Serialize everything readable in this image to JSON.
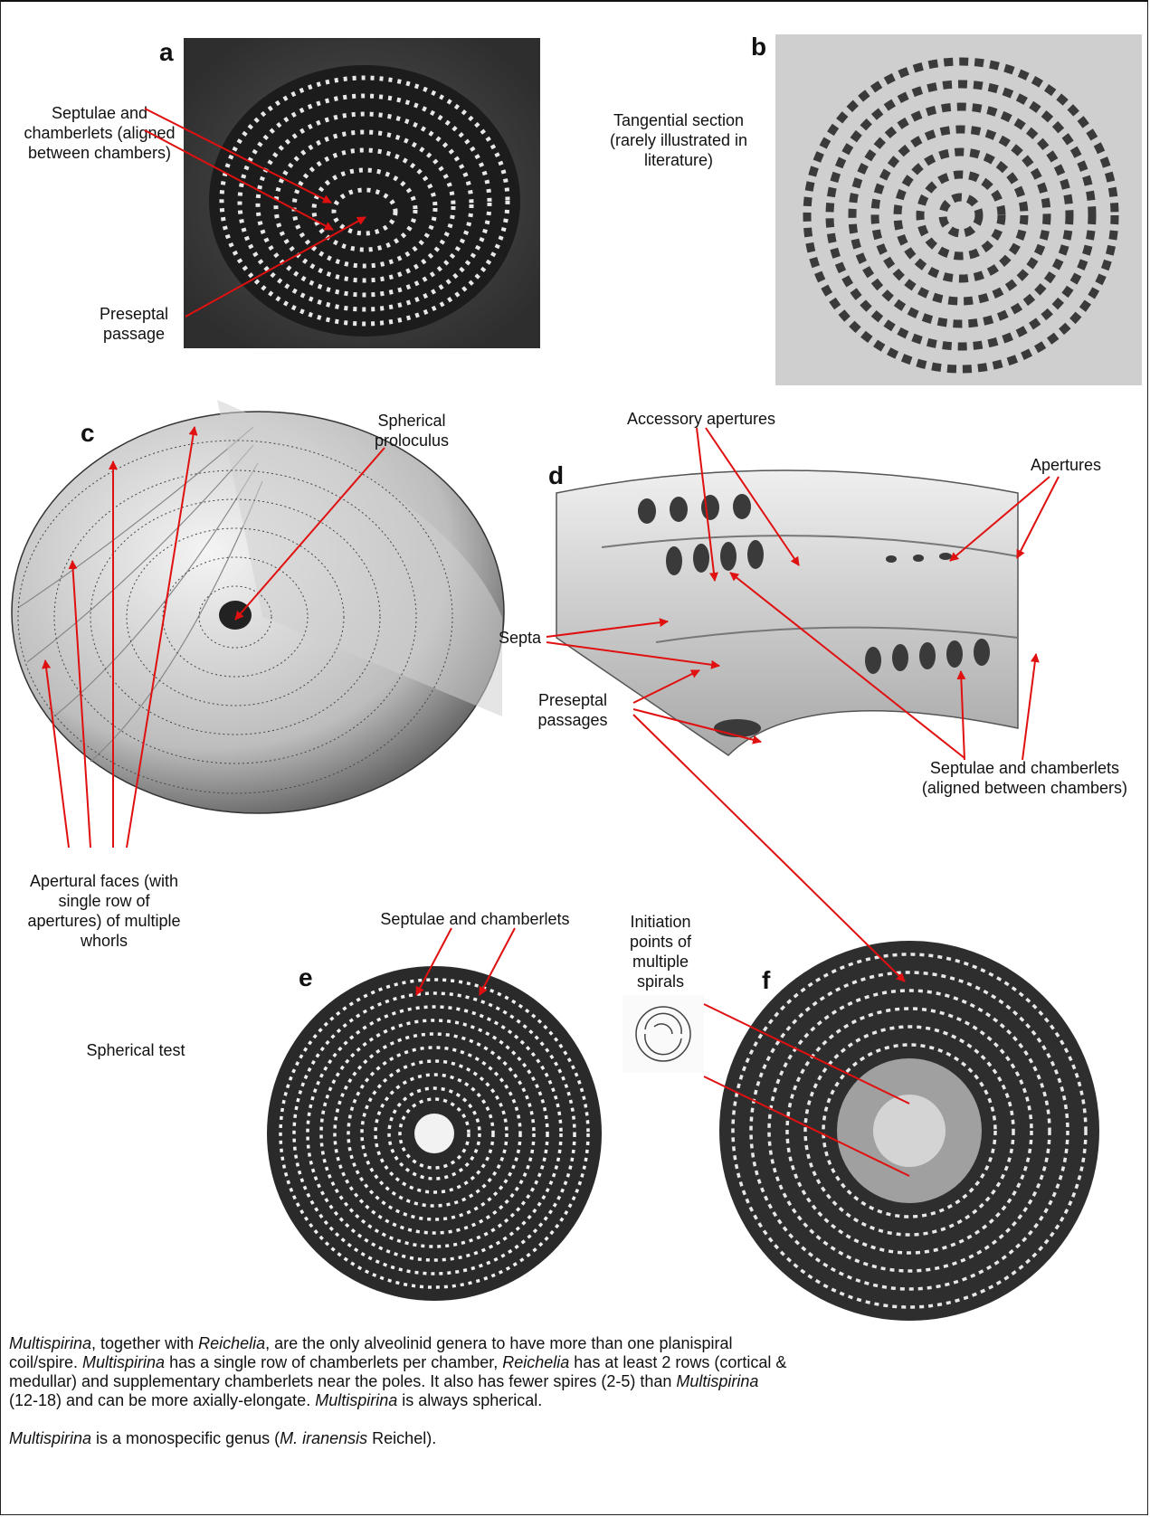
{
  "panels": {
    "a": {
      "letter": "a",
      "label_septulae": "Septulae and chamberlets (aligned between chambers)",
      "label_preseptal": "Preseptal passage"
    },
    "b": {
      "letter": "b",
      "label_tangential": "Tangential section (rarely illustrated in literature)"
    },
    "c": {
      "letter": "c",
      "label_proloculus": "Spherical proloculus",
      "label_apertural": "Apertural faces (with single row of apertures) of multiple whorls",
      "label_test": "Spherical test"
    },
    "d": {
      "letter": "d",
      "label_accessory": "Accessory apertures",
      "label_apertures": "Apertures",
      "label_septa": "Septa",
      "label_preseptal": "Preseptal passages",
      "label_septulae": "Septulae and chamberlets (aligned between chambers)"
    },
    "e": {
      "letter": "e",
      "label_septulae": "Septulae and chamberlets"
    },
    "f": {
      "letter": "f",
      "label_initiation": "Initiation points of multiple spirals"
    }
  },
  "caption": {
    "p1_genus1": "Multispirina",
    "p1_t1": ", together with ",
    "p1_genus2": "Reichelia",
    "p1_t2": ", are the only alveolinid genera to have more than one planispiral coil/spire. ",
    "p1_genus3": "Multispirina",
    "p1_t3": " has a single row of chamberlets per chamber, ",
    "p1_genus4": "Reichelia",
    "p1_t4": " has at least 2 rows (cortical & medullar) and supplementary chamberlets near the poles. It also has fewer spires (2-5) than ",
    "p1_genus5": "Multispirina",
    "p1_t5": " (12-18) and can be more axially-elongate. ",
    "p1_genus6": "Multispirina",
    "p1_t6": " is always spherical.",
    "p2_genus1": "Multispirina",
    "p2_t1": " is a monospecific genus (",
    "p2_species": "M. iranensis",
    "p2_t2": " Reichel)."
  },
  "colors": {
    "arrow": "#e01010",
    "photo_dark": "#2a2a2a",
    "photo_light": "#d8d8d8"
  }
}
